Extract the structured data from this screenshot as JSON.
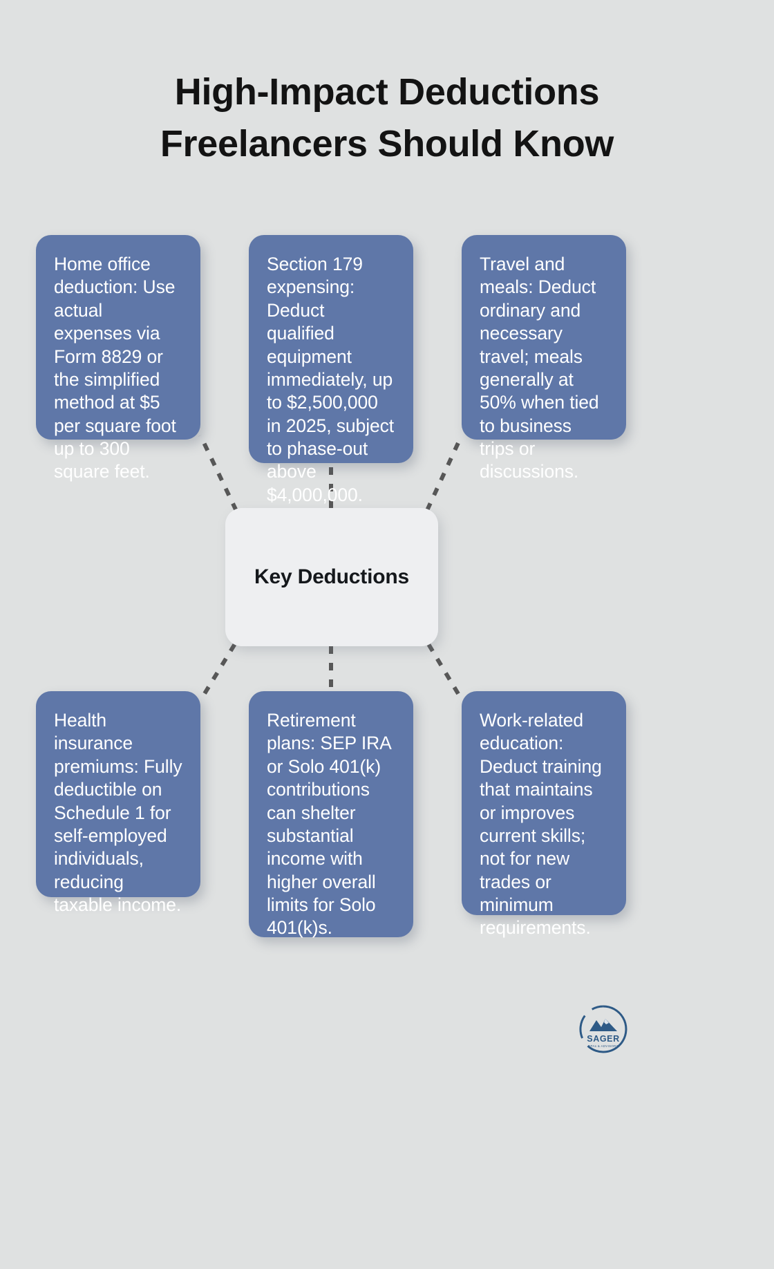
{
  "title": {
    "line1": "High-Impact Deductions",
    "line2": "Freelancers Should Know"
  },
  "center": {
    "label": "Key Deductions"
  },
  "cards": [
    {
      "id": "home-office",
      "name": "card-home-office",
      "text": "Home office deduction: Use actual expenses via Form 8829 or the simplified method at $5 per square foot up to 300 square feet."
    },
    {
      "id": "section-179",
      "name": "card-section-179",
      "text": "Section 179 expensing: Deduct qualified equipment immediately, up to $2,500,000 in 2025, subject to phase-out above $4,000,000."
    },
    {
      "id": "travel-meals",
      "name": "card-travel-meals",
      "text": "Travel and meals: Deduct ordinary and necessary travel; meals generally at 50% when tied to business trips or discussions."
    },
    {
      "id": "health-insurance",
      "name": "card-health-insurance",
      "text": "Health insurance premiums: Fully deductible on Schedule 1 for self-employed individuals, reducing taxable income."
    },
    {
      "id": "retirement-plans",
      "name": "card-retirement-plans",
      "text": "Retirement plans: SEP IRA or Solo 401(k) contributions can shelter substantial income with higher overall limits for Solo 401(k)s."
    },
    {
      "id": "work-education",
      "name": "card-work-education",
      "text": "Work-related education: Deduct training that maintains or improves current skills; not for new trades or minimum requirements."
    }
  ],
  "logo": {
    "brand": "SAGER",
    "tagline": "CPAs & ADVISORS"
  },
  "colors": {
    "background": "#dfe1e1",
    "card": "#5f77a8",
    "card_text": "#ffffff",
    "center_node": "#eeeff1",
    "title_text": "#131313",
    "connector": "#575757",
    "logo": "#2e5a86"
  }
}
